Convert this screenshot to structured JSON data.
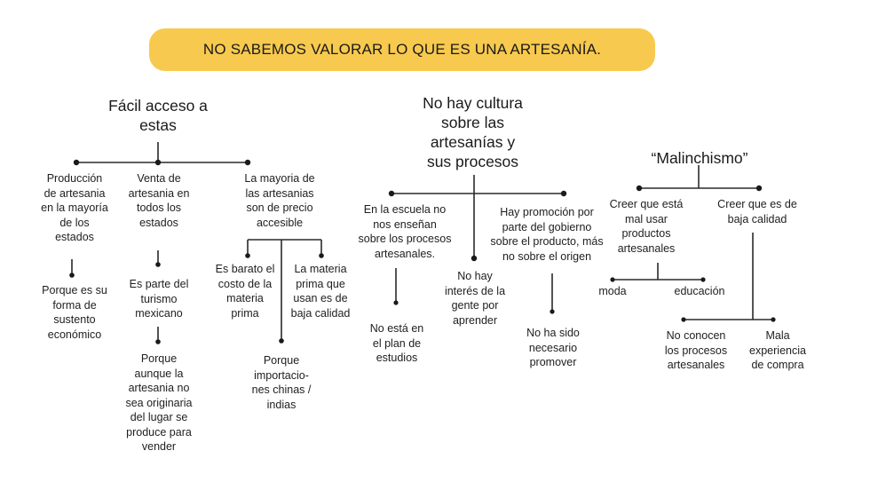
{
  "title": "NO SABEMOS VALORAR LO QUE ES UNA ARTESANÍA.",
  "colors": {
    "banner": "#f7c94e",
    "text": "#1e1e1e",
    "lines": "#2a2a2a"
  },
  "branches": [
    {
      "heading": "Fácil acceso a\nestas",
      "causes": [
        {
          "text": "Producción\nde artesania\nen la mayoría\nde los\nestados",
          "reasons": [
            "Porque es su\nforma de\nsustento\neconómico"
          ]
        },
        {
          "text": "Venta de\nartesania en\ntodos los\nestados",
          "reasons": [
            "Es parte del\nturismo\nmexicano",
            "Porque\naunque la\nartesania no\nsea originaria\ndel lugar  se\nproduce para\nvender"
          ]
        },
        {
          "text": "La mayoria de\nlas artesanias\nson de precio\naccesible",
          "subcauses": [
            "Es barato el\ncosto de la\nmateria\nprima",
            "La materia\nprima que\nusan es de\nbaja calidad"
          ],
          "reasons": [
            "Porque\nimportacio-\nnes chinas /\nindias"
          ]
        }
      ]
    },
    {
      "heading": "No hay cultura\nsobre las\nartesanías y\nsus procesos",
      "causes": [
        {
          "text": "En la escuela no\nnos enseñan\nsobre los procesos\nartesanales.",
          "reasons": [
            "No está en\nel plan de\nestudios"
          ]
        },
        {
          "text": "No hay\ninterés de la\ngente por\naprender"
        },
        {
          "text": "Hay promoción por\nparte del gobierno\nsobre el producto, más\nno sobre el origen",
          "reasons": [
            "No ha sido\nnecesario\npromover"
          ]
        }
      ]
    },
    {
      "heading": "“Malinchismo”",
      "causes": [
        {
          "text": "Creer que está\nmal usar\nproductos\nartesanales",
          "subcauses": [
            "moda",
            "educación"
          ]
        },
        {
          "text": "Creer que es de\nbaja calidad",
          "subcauses": [
            "No conocen\nlos procesos\nartesanales",
            "Mala\nexperiencia\nde compra"
          ]
        }
      ]
    }
  ]
}
